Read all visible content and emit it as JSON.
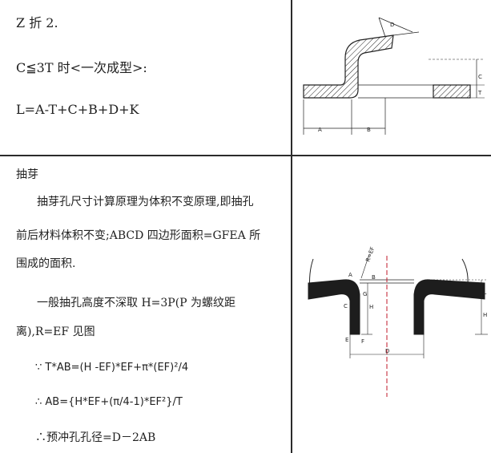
{
  "section1": {
    "title": "Z 折 2.",
    "condition": "C≦3T 时<一次成型>:",
    "formula": "L=A-T+C+B+D+K",
    "diagram_labels": {
      "a": "A",
      "b": "B",
      "c": "C",
      "d": "D",
      "t": "T"
    }
  },
  "section2": {
    "title": "抽芽",
    "para1_line1": "抽芽孔尺寸计算原理为体积不变原理,即抽孔",
    "para1_line2": "前后材料体积不变;ABCD 四边形面积=GFEA 所",
    "para1_line3": "围成的面积.",
    "para2_line1": "一般抽孔高度不深取  H=3P(P   为螺纹距",
    "para2_line2": "离),R=EF 见图",
    "eq1": "∵  T*AB=(H -EF)*EF+π*(EF)²/4",
    "eq2": "∴  AB={H*EF+(π/4-1)*EF²}/T",
    "eq3": "∴预冲孔孔径=D－2AB",
    "diagram_labels": {
      "r": "R=EF",
      "a": "A",
      "b": "B",
      "c": "C",
      "d": "D",
      "e": "E",
      "f": "F",
      "g": "G",
      "h": "H",
      "t": "T"
    }
  }
}
